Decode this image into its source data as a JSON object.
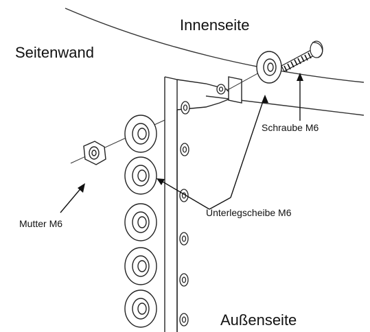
{
  "labels": {
    "inside": "Innenseite",
    "side_wall": "Seitenwand",
    "screw": "Schraube M6",
    "nut": "Mutter M6",
    "washer": "Unterlegscheibe M6",
    "outside": "Außenseite"
  }
}
